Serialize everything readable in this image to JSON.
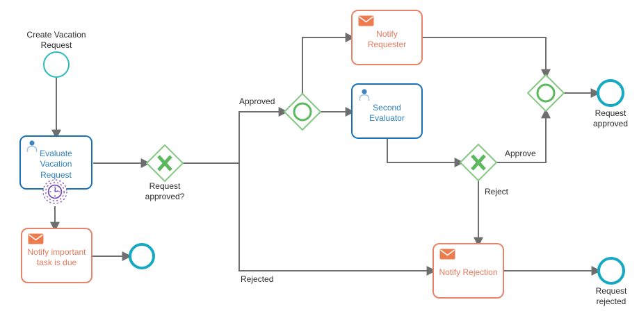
{
  "diagram_type": "BPMN vacation request approval process",
  "colors": {
    "task_border_blue": "#1b71b6",
    "task_text_blue": "#2e80bf",
    "task_border_orange": "#e8836a",
    "task_text_orange": "#e6795c",
    "envelope_orange": "#ed7d4e",
    "gateway_green": "#85c884",
    "gateway_glyph_green": "#5cb85c",
    "start_event_teal": "#2cbaba",
    "end_event_teal": "#16a9c4",
    "timer_purple": "#7d4fb5",
    "connector_gray": "#6e6e6e",
    "label_dark": "#2d2d2d"
  },
  "icons": {
    "user_task": "user-icon",
    "message_task": "envelope-icon",
    "timer_boundary_event": "timer-clock-icon",
    "exclusive_gateway": "x-mark-icon",
    "inclusive_gateway": "circle-icon",
    "start_event": "thin-circle-icon",
    "end_event": "thick-circle-icon"
  },
  "events": {
    "start_create_vacation": {
      "label": "Create Vacation\nRequest"
    },
    "end_request_approved": {
      "label": "Request\napproved"
    },
    "end_request_rejected": {
      "label": "Request\nrejected"
    }
  },
  "tasks": {
    "evaluate_vacation_request": {
      "label": "Evaluate\nVacation\nRequest"
    },
    "notify_important_task_is_due": {
      "label": "Notify important\ntask is due"
    },
    "notify_requester": {
      "label": "Notify\nRequester"
    },
    "second_evaluator": {
      "label": "Second\nEvaluator"
    },
    "notify_rejection": {
      "label": "Notify Rejection"
    }
  },
  "gateways": {
    "request_approved_split": {
      "label": "Request\napproved?",
      "kind": "exclusive"
    },
    "approved_parallel_split": {
      "kind": "inclusive"
    },
    "approve_reject_split": {
      "kind": "exclusive"
    },
    "approved_join": {
      "kind": "inclusive"
    }
  },
  "flow_labels": {
    "approved": "Approved",
    "rejected": "Rejected",
    "approve": "Approve",
    "reject": "Reject"
  }
}
